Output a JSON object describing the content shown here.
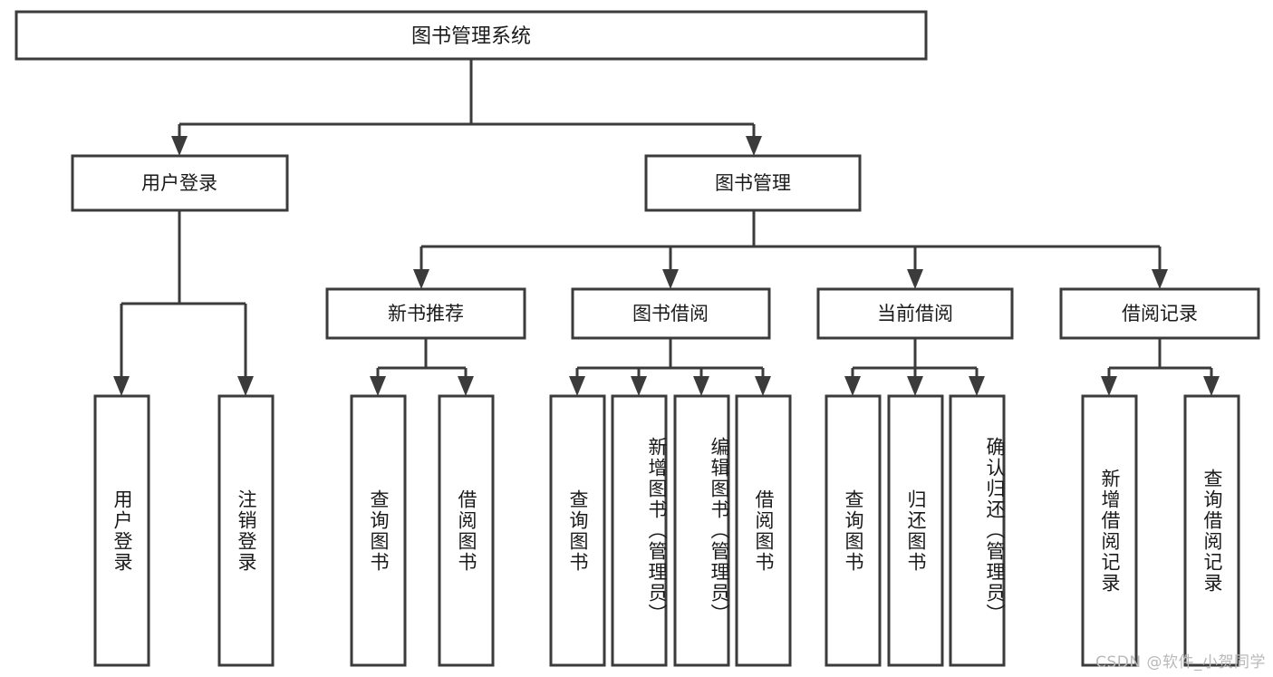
{
  "diagram": {
    "title": "图书管理系统",
    "watermark": "CSDN @软件_小贺同学",
    "colors": {
      "background": "#ffffff",
      "box_fill": "#ffffff",
      "line": "#3b3b3b",
      "text": "#1a1a1a",
      "watermark": "#b9b9b9"
    },
    "root": {
      "label": "图书管理系统"
    },
    "level1": [
      {
        "label": "用户登录"
      },
      {
        "label": "图书管理"
      }
    ],
    "level2": [
      {
        "label": "新书推荐"
      },
      {
        "label": "图书借阅"
      },
      {
        "label": "当前借阅"
      },
      {
        "label": "借阅记录"
      }
    ],
    "leaves": {
      "user_login": [
        {
          "label": "用户登录"
        },
        {
          "label": "注销登录"
        }
      ],
      "new_book_recommend": [
        {
          "label": "查询图书"
        },
        {
          "label": "借阅图书"
        }
      ],
      "book_borrow": [
        {
          "label": "查询图书"
        },
        {
          "label": "新增图书（管理员）"
        },
        {
          "label": "编辑图书（管理员）"
        },
        {
          "label": "借阅图书"
        }
      ],
      "current_borrow": [
        {
          "label": "查询图书"
        },
        {
          "label": "归还图书"
        },
        {
          "label": "确认归还（管理员）"
        }
      ],
      "borrow_record": [
        {
          "label": "新增借阅记录"
        },
        {
          "label": "查询借阅记录"
        }
      ]
    }
  }
}
